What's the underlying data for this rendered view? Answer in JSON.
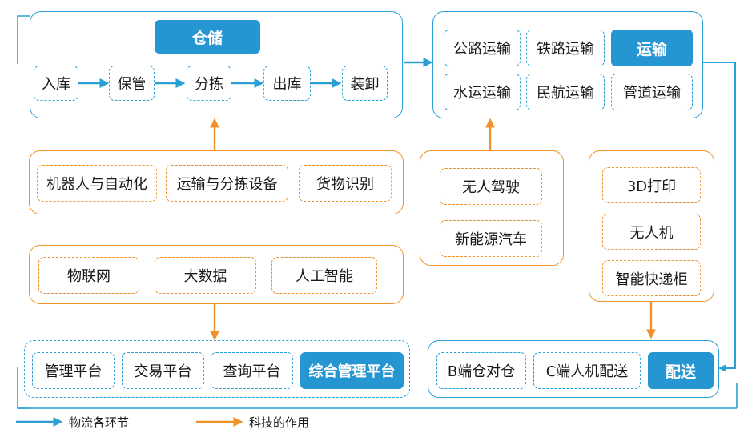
{
  "warehouse": {
    "title": "仓储",
    "steps": [
      "入库",
      "保管",
      "分拣",
      "出库",
      "装卸"
    ]
  },
  "transport": {
    "title": "运输",
    "modes": [
      "公路运输",
      "铁路运输",
      "水运运输",
      "民航运输",
      "管道运输"
    ]
  },
  "tech_warehouse": [
    "机器人与自动化",
    "运输与分拣设备",
    "货物识别"
  ],
  "tech_transport": [
    "无人驾驶",
    "新能源汽车"
  ],
  "tech_delivery": [
    "3D打印",
    "无人机",
    "智能快递柜"
  ],
  "tech_platform": [
    "物联网",
    "大数据",
    "人工智能"
  ],
  "platform": {
    "items": [
      "管理平台",
      "交易平台",
      "查询平台"
    ],
    "title": "综合管理平台"
  },
  "delivery": {
    "items": [
      "B端仓对仓",
      "C端人机配送"
    ],
    "title": "配送"
  },
  "legend": {
    "flow_label": "物流各环节",
    "tech_label": "科技的作用"
  },
  "colors": {
    "blue": "#2a9fd6",
    "orange": "#f0922b",
    "solid_blue": "#2596d1"
  }
}
